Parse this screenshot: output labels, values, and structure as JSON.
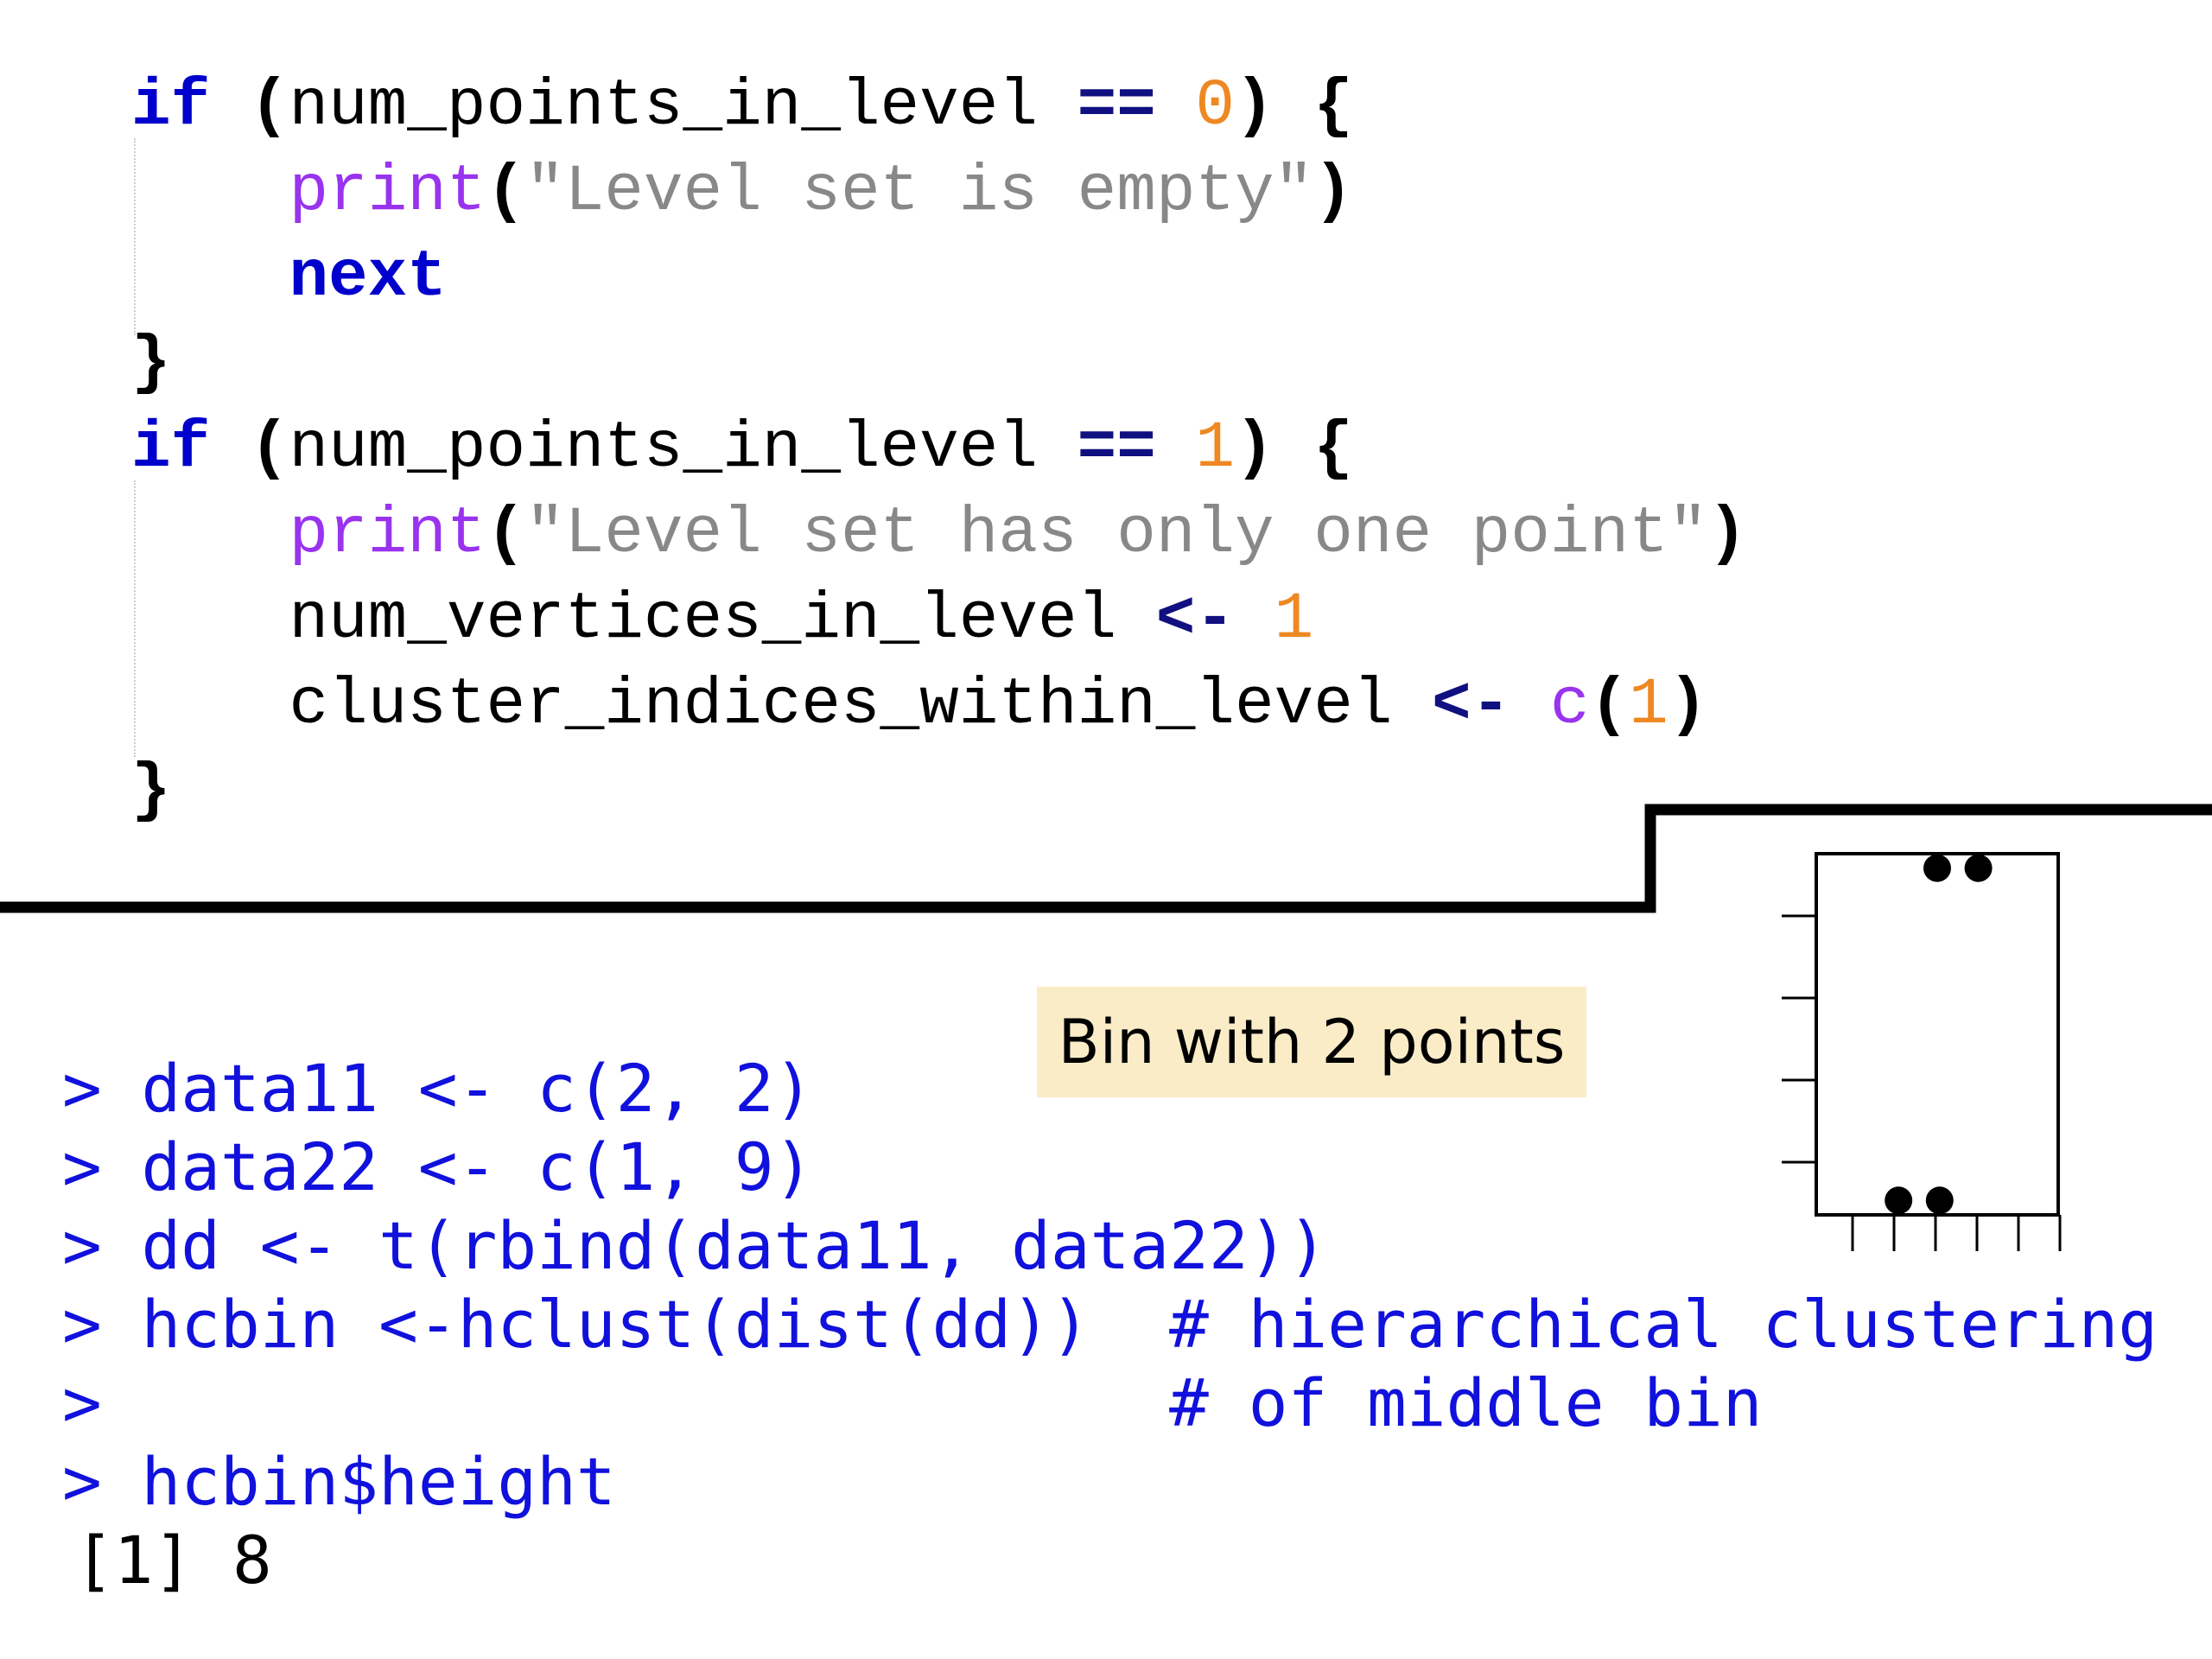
{
  "editor": {
    "lines": [
      {
        "tokens": [
          {
            "t": "if",
            "c": "kw"
          },
          {
            "t": " (",
            "c": "bk"
          },
          {
            "t": "num_points_in_level",
            "c": "pl"
          },
          {
            "t": " == ",
            "c": "op"
          },
          {
            "t": "0",
            "c": "num"
          },
          {
            "t": ") {",
            "c": "bk"
          }
        ]
      },
      {
        "tokens": [
          {
            "t": "    ",
            "c": "pl"
          },
          {
            "t": "print",
            "c": "fn"
          },
          {
            "t": "(",
            "c": "bk"
          },
          {
            "t": "\"Level set is empty\"",
            "c": "str"
          },
          {
            "t": ")",
            "c": "bk"
          }
        ]
      },
      {
        "tokens": [
          {
            "t": "    ",
            "c": "pl"
          },
          {
            "t": "next",
            "c": "kw"
          }
        ]
      },
      {
        "tokens": [
          {
            "t": "}",
            "c": "bk"
          }
        ]
      },
      {
        "tokens": [
          {
            "t": "if",
            "c": "kw"
          },
          {
            "t": " (",
            "c": "bk"
          },
          {
            "t": "num_points_in_level",
            "c": "pl"
          },
          {
            "t": " == ",
            "c": "op"
          },
          {
            "t": "1",
            "c": "num"
          },
          {
            "t": ") {",
            "c": "bk"
          }
        ]
      },
      {
        "tokens": [
          {
            "t": "    ",
            "c": "pl"
          },
          {
            "t": "print",
            "c": "fn"
          },
          {
            "t": "(",
            "c": "bk"
          },
          {
            "t": "\"Level set has only one point\"",
            "c": "str"
          },
          {
            "t": ")",
            "c": "bk"
          }
        ]
      },
      {
        "tokens": [
          {
            "t": "    ",
            "c": "pl"
          },
          {
            "t": "num_vertices_in_level",
            "c": "pl"
          },
          {
            "t": " <- ",
            "c": "op"
          },
          {
            "t": "1",
            "c": "num"
          }
        ]
      },
      {
        "tokens": [
          {
            "t": "    ",
            "c": "pl"
          },
          {
            "t": "cluster_indices_within_level",
            "c": "pl"
          },
          {
            "t": " <- ",
            "c": "op"
          },
          {
            "t": "c",
            "c": "fn"
          },
          {
            "t": "(",
            "c": "bk"
          },
          {
            "t": "1",
            "c": "num"
          },
          {
            "t": ")",
            "c": "bk"
          }
        ]
      },
      {
        "tokens": [
          {
            "t": "}",
            "c": "bk"
          }
        ]
      }
    ]
  },
  "console": {
    "prompt": ">",
    "lines": [
      {
        "prompt": true,
        "text": "data11 <- c(2, 2)"
      },
      {
        "prompt": true,
        "text": "data22 <- c(1, 9)"
      },
      {
        "prompt": true,
        "text": "dd <- t(rbind(data11, data22))"
      },
      {
        "prompt": true,
        "text": "hcbin <-hclust(dist(dd))  # hierarchical clustering"
      },
      {
        "prompt": true,
        "text": "                          # of middle bin"
      },
      {
        "prompt": true,
        "text": "hcbin$height"
      },
      {
        "prompt": false,
        "text": "[1] 8"
      }
    ]
  },
  "callout": {
    "label": "Bin with 2 points"
  },
  "bin_plot": {
    "points": [
      {
        "x": 0.5,
        "y": 0.96
      },
      {
        "x": 0.67,
        "y": 0.96
      },
      {
        "x": 0.34,
        "y": 0.04
      },
      {
        "x": 0.51,
        "y": 0.04
      }
    ],
    "y_ticks": 4,
    "x_ticks": 6
  },
  "colors": {
    "keyword": "#0000cc",
    "function": "#9933ee",
    "string": "#888888",
    "number": "#ee8822",
    "console_text": "#1111dd",
    "callout_bg": "#fbecc8"
  }
}
